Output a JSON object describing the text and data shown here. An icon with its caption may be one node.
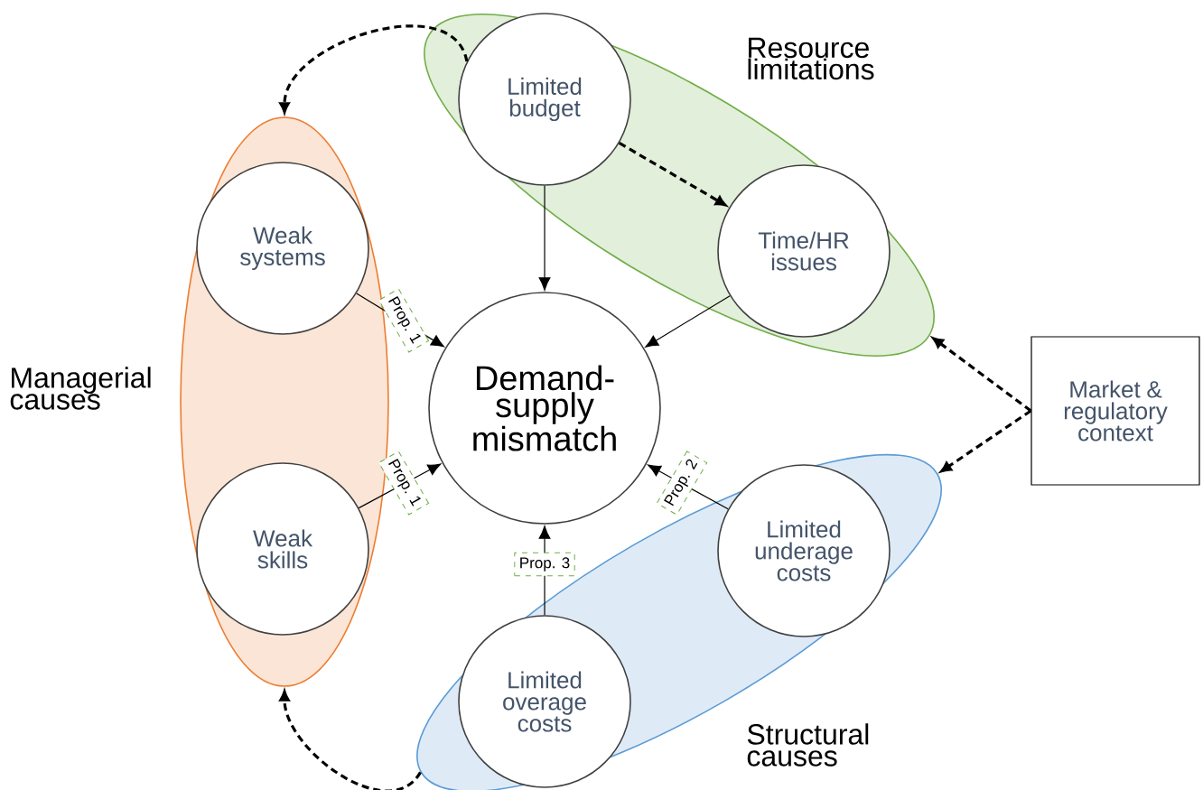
{
  "diagram": {
    "nodes": [
      {
        "text": [
          "Resource limitations"
        ]
      },
      {
        "text": [
          "Limited budget"
        ],
        "in": 0
      },
      {
        "text": [
          "Time/HR issues"
        ],
        "in": 0
      },
      {
        "text": [
          "Managerial causes"
        ]
      },
      {
        "text": [
          "Weak systems"
        ],
        "in": 3
      },
      {
        "text": [
          "Weak skills"
        ],
        "in": 3
      },
      {
        "text": [
          "Demand-supply mismatch"
        ]
      },
      {
        "text": [
          "Market & regulatory context"
        ]
      },
      {
        "text": [
          "Structural causes"
        ]
      },
      {
        "text": [
          "Limited underage costs"
        ],
        "in": 8
      },
      {
        "text": [
          "Limited overage costs"
        ],
        "in": 8
      }
    ],
    "edges": [
      {
        "from": 1,
        "to": 3,
        "arrow": "to",
        "style": "dashed"
      },
      {
        "from": 1,
        "to": 2,
        "arrow": "to",
        "style": "dashed"
      },
      {
        "from": 1,
        "to": 6,
        "arrow": "to"
      },
      {
        "from": 2,
        "to": 6,
        "arrow": "to"
      },
      {
        "from": 4,
        "to": 6,
        "arrow": "to",
        "label": "Prop. 1"
      },
      {
        "from": 5,
        "to": 6,
        "arrow": "to",
        "label": "Prop. 1"
      },
      {
        "from": 9,
        "to": 6,
        "arrow": "to",
        "label": "Prop. 2"
      },
      {
        "from": 10,
        "to": 6,
        "arrow": "to",
        "label": "Prop. 3"
      },
      {
        "from": 8,
        "to": 3,
        "arrow": "to",
        "style": "dashed"
      },
      {
        "from": 7,
        "to": 0,
        "arrow": "to",
        "style": "dashed"
      },
      {
        "from": 7,
        "to": 8,
        "arrow": "to",
        "style": "dashed"
      }
    ]
  }
}
